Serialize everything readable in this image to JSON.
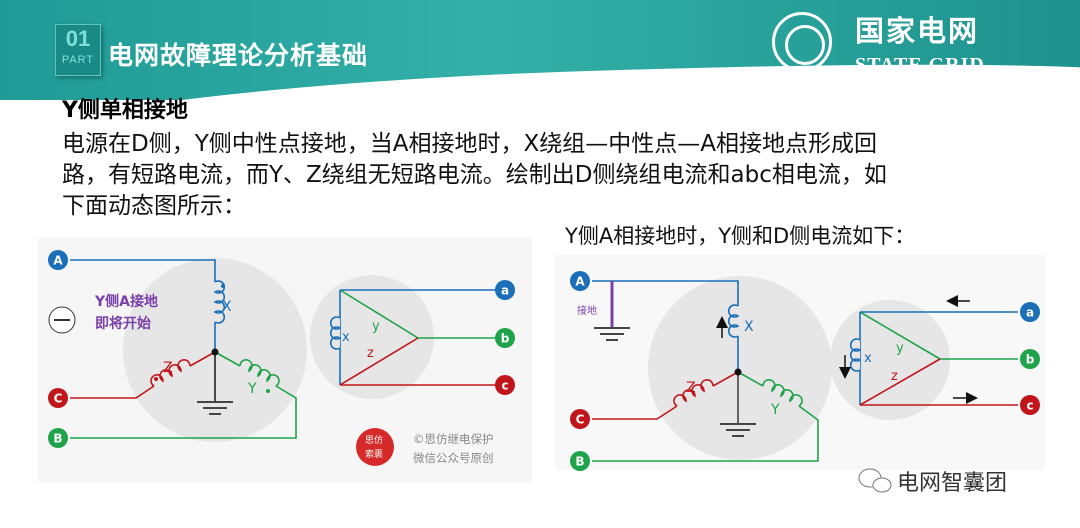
{
  "header": {
    "part_number": "01",
    "part_label": "PART",
    "title": "电网故障理论分析基础",
    "logo_cn": "国家电网",
    "logo_en": "STATE GRID"
  },
  "content": {
    "subtitle": "Y侧单相接地",
    "lines": [
      "电源在D侧，Y侧中性点接地，当A相接地时，X绕组—中性点—A相接地点形成回",
      "路，有短路电流，而Y、Z绕组无短路电流。绘制出D侧绕组电流和abc相电流，如",
      "下面动态图所示："
    ],
    "right_caption": "Y侧A相接地时，Y侧和D侧电流如下："
  },
  "left_diagram": {
    "terminals": {
      "A": "A",
      "B": "B",
      "C": "C",
      "a": "a",
      "b": "b",
      "c": "c"
    },
    "windings": {
      "X": "X",
      "Y": "Y",
      "Z": "Z",
      "x": "x",
      "y": "y",
      "z": "z"
    },
    "note_line1": "Y侧A接地",
    "note_line2": "即将开始",
    "stamp": "思仿\n索裹",
    "credit_line1": "©思仿继电保护",
    "credit_line2": "微信公众号原创"
  },
  "right_diagram": {
    "terminals": {
      "A": "A",
      "B": "B",
      "C": "C",
      "a": "a",
      "b": "b",
      "c": "c"
    },
    "windings": {
      "X": "X",
      "Y": "Y",
      "Z": "Z",
      "x": "x",
      "y": "y",
      "z": "z"
    },
    "ground_label": "接地"
  },
  "watermark": "电网智囊团",
  "colors": {
    "teal": "#1f9a96",
    "phase_a": "#1a6fb8",
    "phase_b": "#1ea34a",
    "phase_c": "#c0161b",
    "note": "#7a3fa8"
  }
}
